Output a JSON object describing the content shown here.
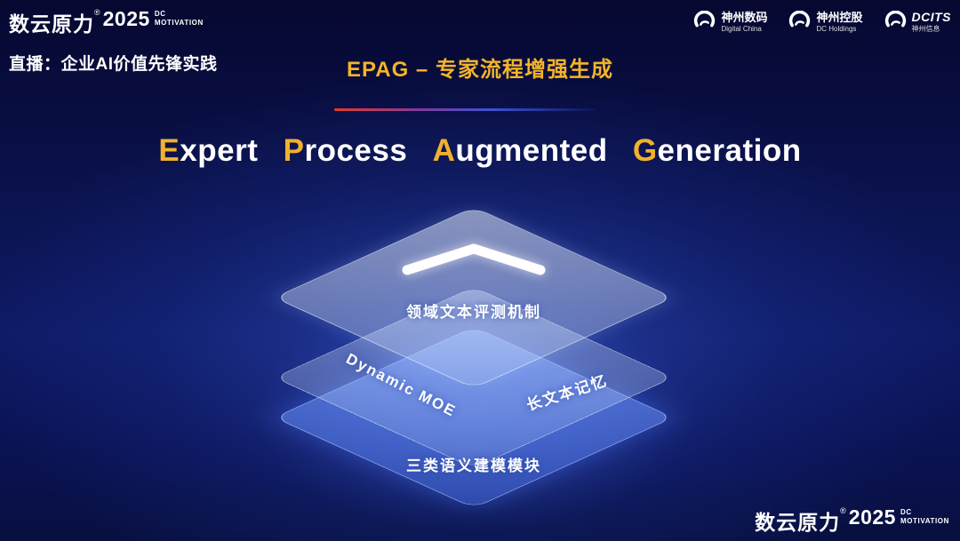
{
  "header": {
    "brand": {
      "name": "数云原力",
      "reg": "®",
      "year": "2025",
      "suffix_top": "DC",
      "suffix_bottom": "MOTIVATION"
    },
    "live_label": "直播：企业AI价值先锋实践",
    "slide_title": "EPAG – 专家流程增强生成",
    "partners": [
      {
        "name": "神州数码",
        "sub": "Digital China"
      },
      {
        "name": "神州控股",
        "sub": "DC Holdings"
      },
      {
        "name": "DCITS",
        "sub": "神州信息"
      }
    ]
  },
  "main_title": {
    "words": [
      {
        "initial": "E",
        "rest": "xpert"
      },
      {
        "initial": "P",
        "rest": "rocess"
      },
      {
        "initial": "A",
        "rest": "ugmented"
      },
      {
        "initial": "G",
        "rest": "eneration"
      }
    ]
  },
  "diagram": {
    "top_layer_label": "领域文本评测机制",
    "middle_layer_left_label": "Dynamic MOE",
    "middle_layer_right_label": "长文本记忆",
    "bottom_layer_label": "三类语义建模模块",
    "chevron_icon": "chevron-up"
  },
  "footer": {
    "brand": {
      "name": "数云原力",
      "reg": "®",
      "year": "2025",
      "suffix_top": "DC",
      "suffix_bottom": "MOTIVATION"
    }
  },
  "colors": {
    "gold": "#F2B42A",
    "background_deep": "#060830",
    "glow_blue": "#3E64E1",
    "divider_red": "#E8392B",
    "divider_blue": "#3A52D8"
  }
}
